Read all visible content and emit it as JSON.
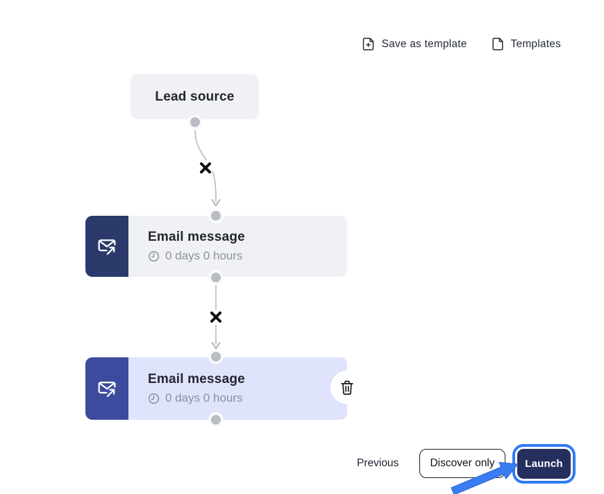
{
  "toolbar": {
    "save_as_template_label": "Save as template",
    "templates_label": "Templates"
  },
  "flow": {
    "lead_source_title": "Lead source",
    "steps": [
      {
        "title": "Email message",
        "delay": "0 days 0 hours",
        "selected": false
      },
      {
        "title": "Email message",
        "delay": "0 days 0 hours",
        "selected": true
      }
    ]
  },
  "footer": {
    "previous_label": "Previous",
    "discover_only_label": "Discover only",
    "launch_label": "Launch"
  },
  "icons": {
    "save_as_template": "file-plus-icon",
    "templates": "file-icon",
    "email_step": "envelope-send-icon",
    "delay": "clock-icon",
    "delete_step": "trash-icon",
    "remove_connection": "x-icon",
    "annotation": "blue-arrow-pointer"
  },
  "colors": {
    "accent_blue": "#2f7bf6",
    "step_icon_navy": "#2b3a6b",
    "step_icon_navy_selected": "#3c4b9e",
    "node_gray": "#f0f1f4",
    "node_selected_lavender": "#dfe3fb",
    "launch_button_bg": "#242f5d",
    "muted_text": "#8d929b",
    "connector_gray": "#b6bac0"
  }
}
